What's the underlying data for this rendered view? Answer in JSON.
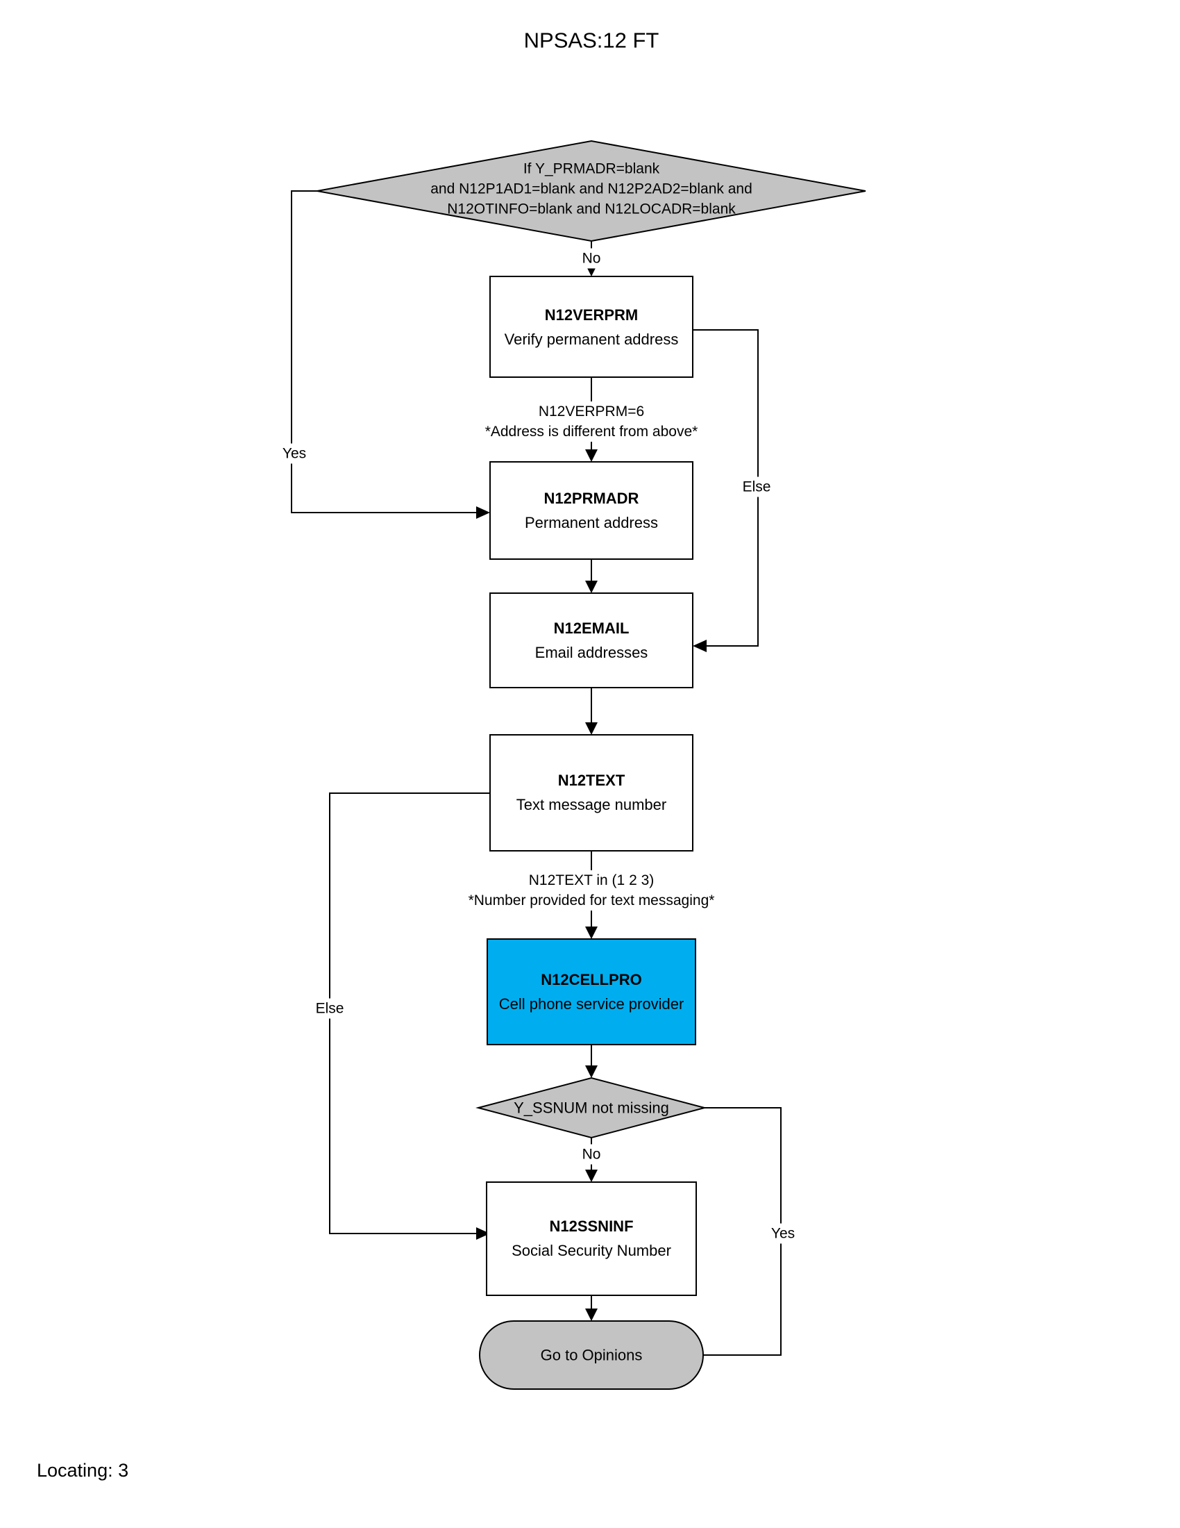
{
  "page": {
    "title": "NPSAS:12 FT",
    "footer": "Locating: 3"
  },
  "colors": {
    "node_gray": "#c3c3c3",
    "highlight_blue": "#00aeef",
    "box_white": "#ffffff"
  },
  "nodes": {
    "decision_address_blank": {
      "line1": "If Y_PRMADR=blank",
      "line2": "and N12P1AD1=blank and N12P2AD2=blank and",
      "line3": "N12OTINFO=blank and N12LOCADR=blank"
    },
    "verprm": {
      "name": "N12VERPRM",
      "desc": "Verify permanent address"
    },
    "prmadr": {
      "name": "N12PRMADR",
      "desc": "Permanent address"
    },
    "email": {
      "name": "N12EMAIL",
      "desc": "Email addresses"
    },
    "text": {
      "name": "N12TEXT",
      "desc": "Text message number"
    },
    "cellpro": {
      "name": "N12CELLPRO",
      "desc": "Cell phone service provider"
    },
    "decision_ssnum": {
      "label": "Y_SSNUM not missing"
    },
    "ssninf": {
      "name": "N12SSNINF",
      "desc": "Social Security Number"
    },
    "terminator": {
      "label": "Go to Opinions"
    }
  },
  "edges": {
    "no_top": "No",
    "yes_left": "Yes",
    "else_right": "Else",
    "verprm_condition": {
      "line1": "N12VERPRM=6",
      "line2": "*Address is different from above*"
    },
    "text_condition": {
      "line1": "N12TEXT in (1 2 3)",
      "line2": "*Number provided for text messaging*"
    },
    "else_left": "Else",
    "no_bottom": "No",
    "yes_right": "Yes"
  }
}
